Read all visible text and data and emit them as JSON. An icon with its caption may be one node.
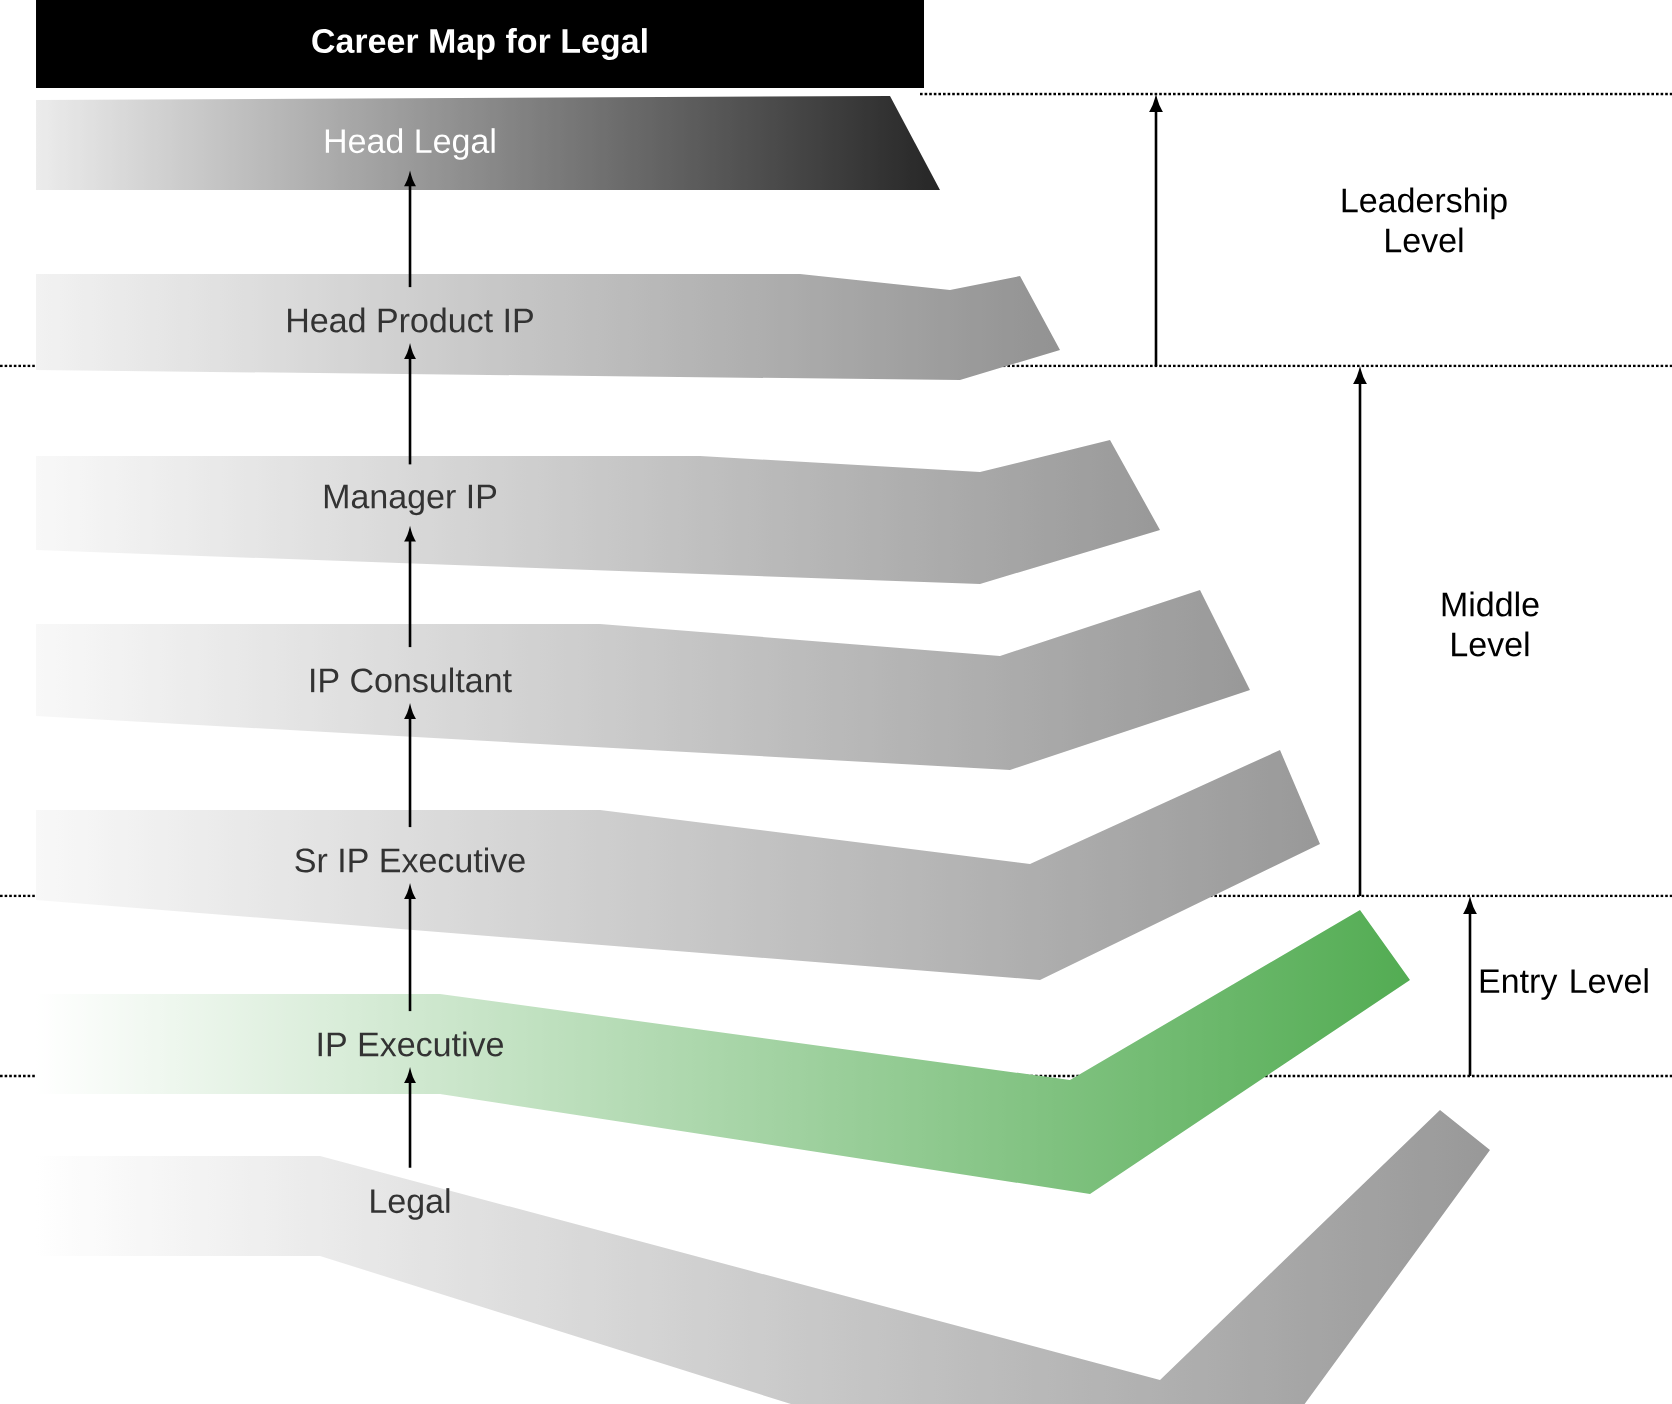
{
  "diagram": {
    "title": "Career Map for Legal",
    "nodes": [
      {
        "text": [
          "Head Legal"
        ]
      },
      {
        "text": [
          "Head Product IP"
        ]
      },
      {
        "text": [
          "Manager IP"
        ]
      },
      {
        "text": [
          "IP Consultant"
        ]
      },
      {
        "text": [
          "Sr IP Executive"
        ]
      },
      {
        "text": [
          "IP Executive"
        ]
      },
      {
        "text": [
          "Legal"
        ]
      }
    ],
    "edges": [
      {
        "from": 6,
        "to": 5,
        "arrow": "to"
      },
      {
        "from": 5,
        "to": 4,
        "arrow": "to"
      },
      {
        "from": 4,
        "to": 3,
        "arrow": "to"
      },
      {
        "from": 3,
        "to": 2,
        "arrow": "to"
      },
      {
        "from": 2,
        "to": 1,
        "arrow": "to"
      },
      {
        "from": 1,
        "to": 0,
        "arrow": "to"
      }
    ],
    "labels": [
      "Leadership Level",
      "Middle Level",
      "Entry Level"
    ]
  }
}
